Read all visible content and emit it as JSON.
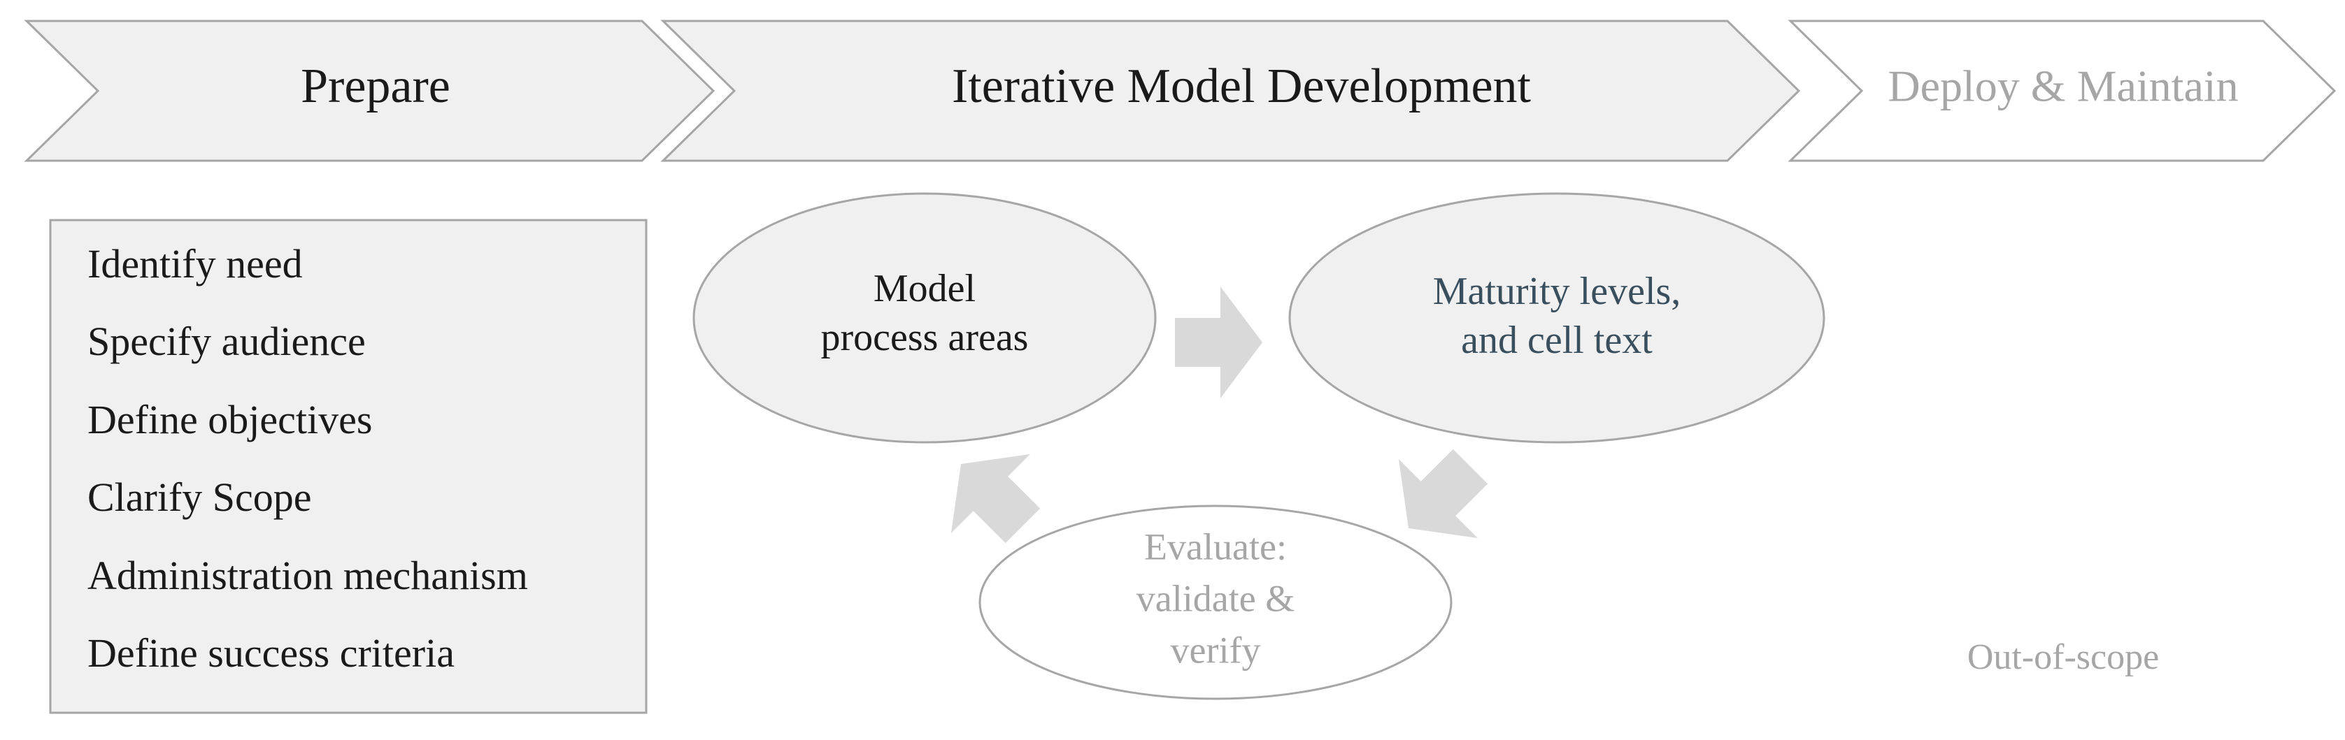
{
  "phases": [
    {
      "label": "Prepare",
      "state": "active"
    },
    {
      "label": "Iterative Model Development",
      "state": "active"
    },
    {
      "label": "Deploy & Maintain",
      "state": "out-of-scope"
    }
  ],
  "prepare_steps": [
    "Identify need",
    "Specify audience",
    "Define objectives",
    "Clarify Scope",
    "Administration mechanism",
    "Define success criteria"
  ],
  "cycle": {
    "model": {
      "line1": "Model",
      "line2": "process areas"
    },
    "maturity": {
      "line1": "Maturity levels,",
      "line2": "and cell text"
    },
    "evaluate": {
      "line1": "Evaluate:",
      "line2": "validate &",
      "line3": "verify"
    }
  },
  "scope_note": "Out-of-scope",
  "colors": {
    "fill": "#f0f0f0",
    "stroke": "#a6a6a6",
    "text": "#1a1a1a",
    "muted_text": "#a6a6a6",
    "accent_text": "#3a4f5e",
    "arrow": "#d9d9d9"
  }
}
